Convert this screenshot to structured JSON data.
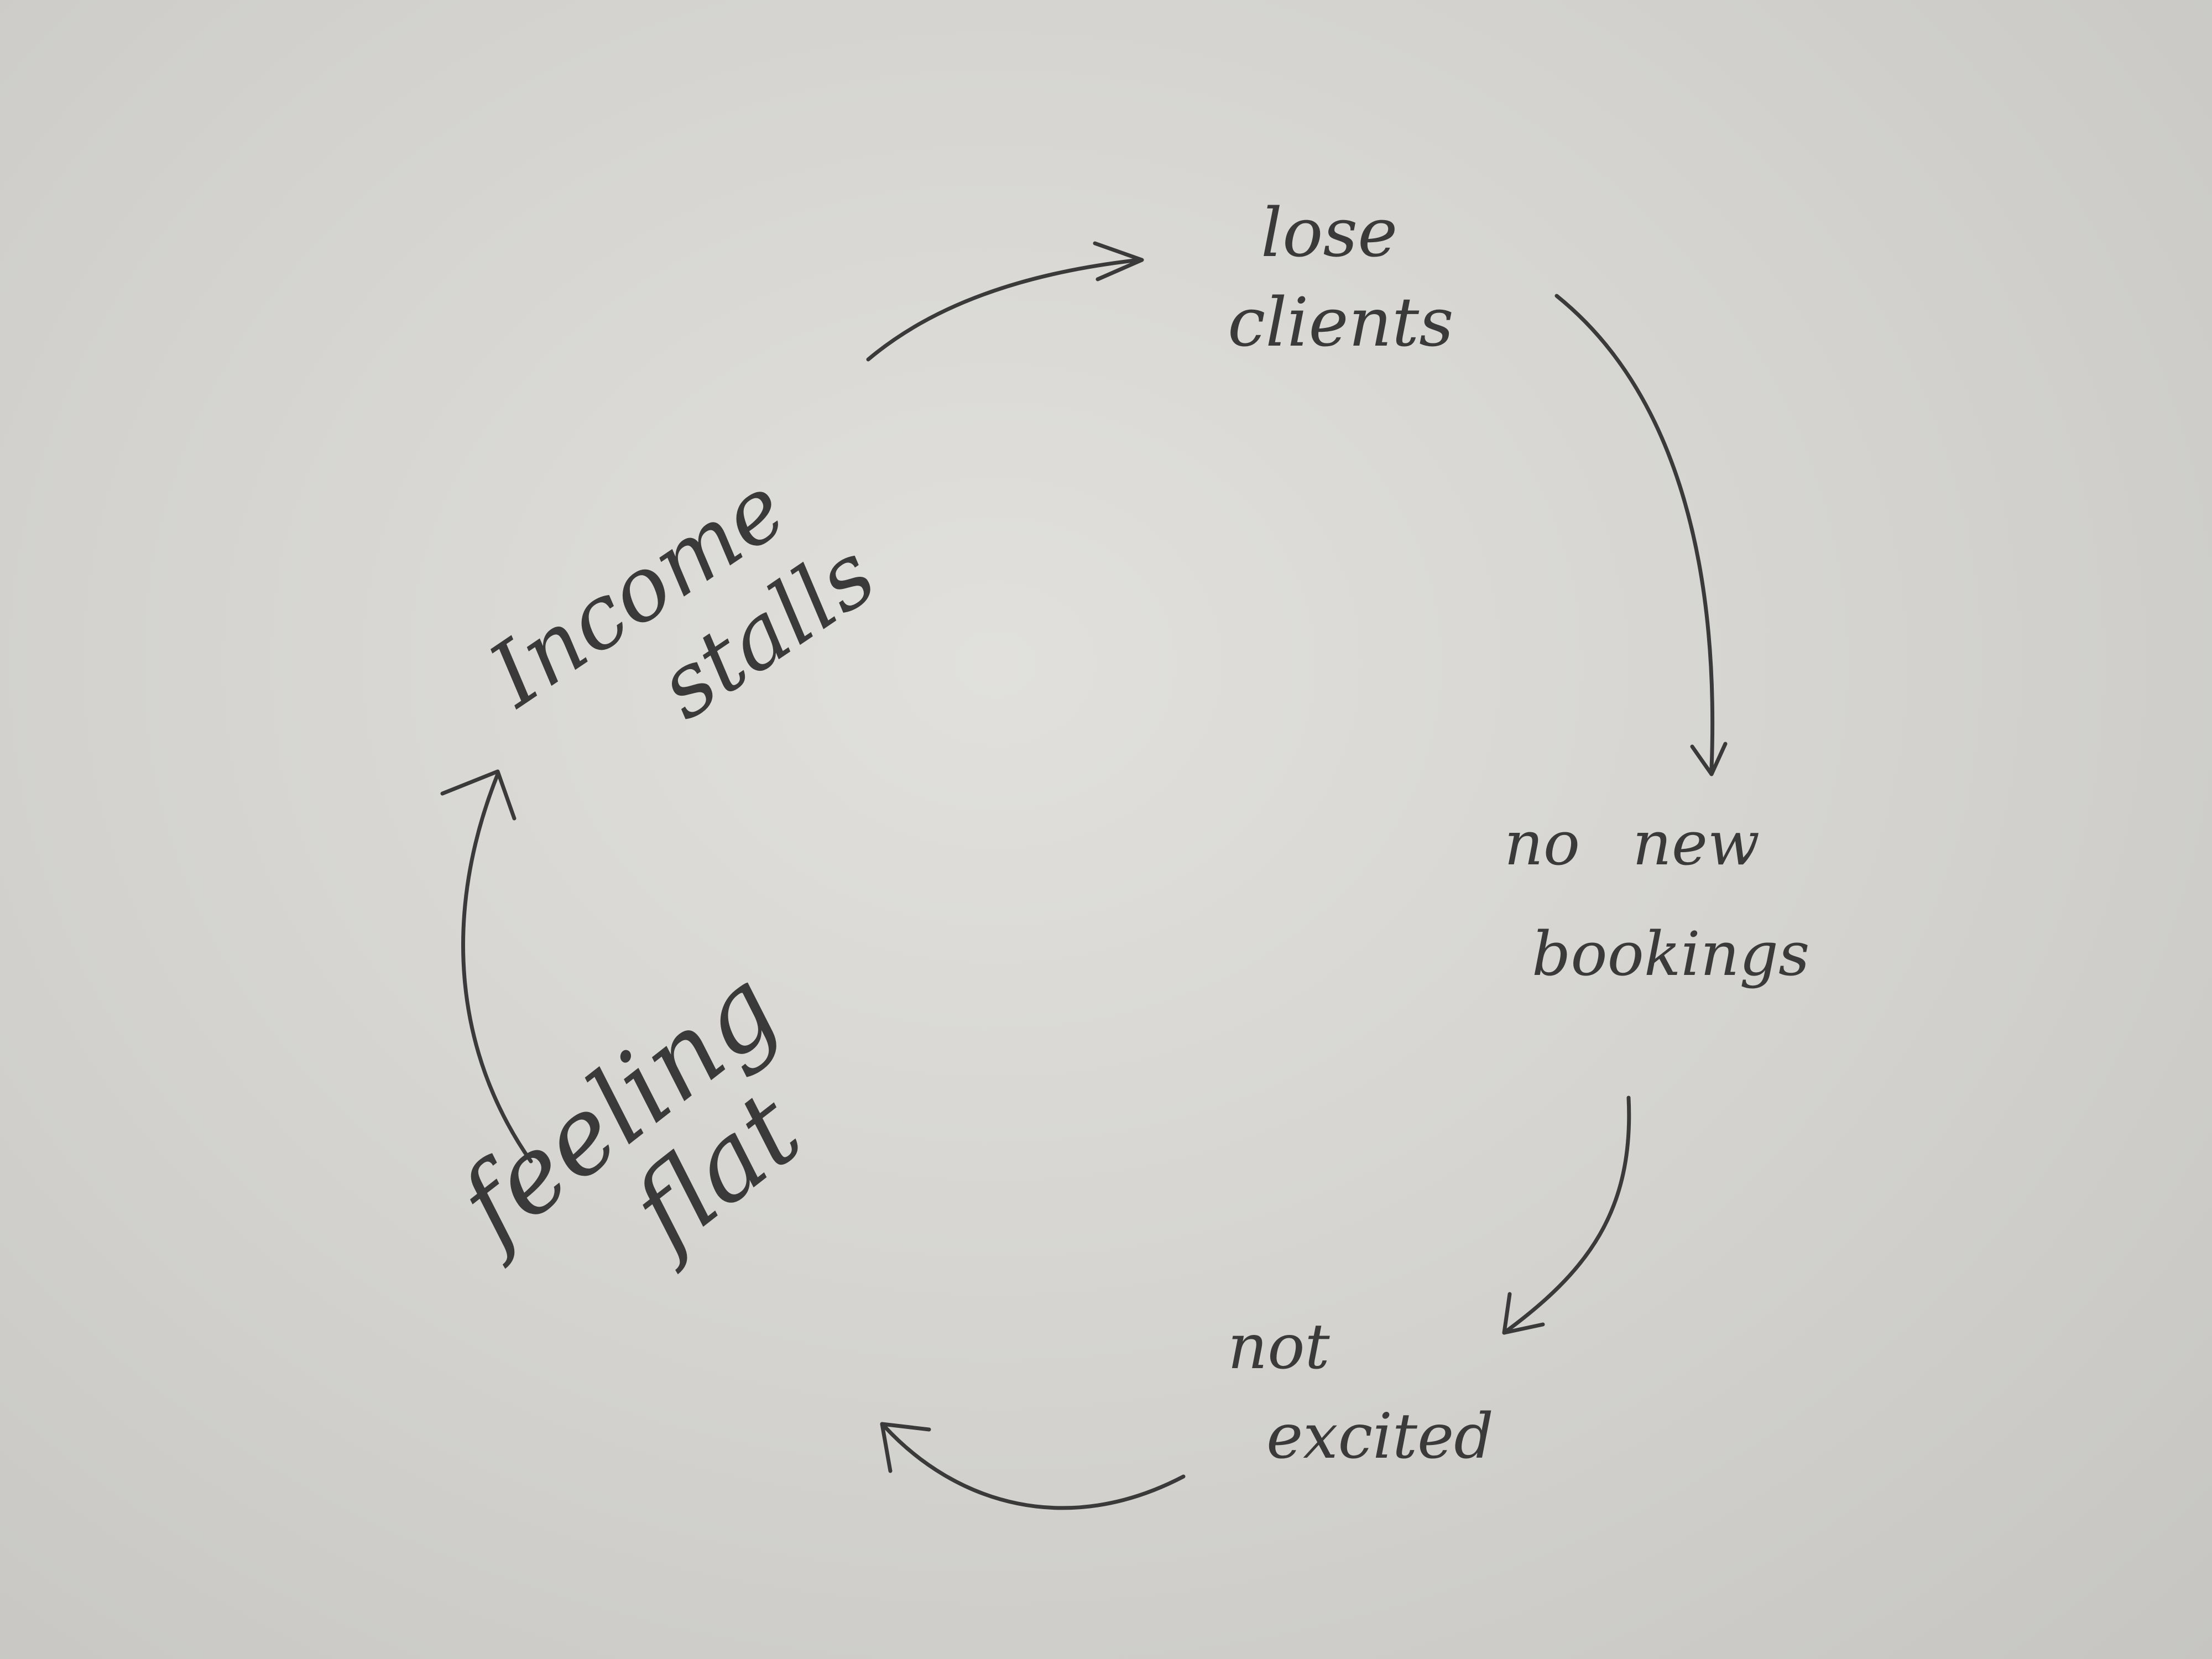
{
  "diagram": {
    "type": "cycle",
    "nodes": [
      {
        "id": "lose-clients",
        "lines": [
          "lose",
          "clients"
        ]
      },
      {
        "id": "no-new-bookings",
        "lines": [
          "no new",
          "bookings"
        ]
      },
      {
        "id": "not-excited",
        "lines": [
          "not",
          "excited"
        ]
      },
      {
        "id": "feeling-flat",
        "lines": [
          "feeling",
          "flat"
        ]
      },
      {
        "id": "income-stalls",
        "lines": [
          "Income",
          "stalls"
        ]
      }
    ],
    "edges": [
      {
        "from": "income-stalls",
        "to": "lose-clients"
      },
      {
        "from": "lose-clients",
        "to": "no-new-bookings"
      },
      {
        "from": "no-new-bookings",
        "to": "not-excited"
      },
      {
        "from": "not-excited",
        "to": "feeling-flat"
      },
      {
        "from": "feeling-flat",
        "to": "income-stalls"
      }
    ],
    "ink_color": "#3a3a3a",
    "paper_color": "#d6d5d1"
  }
}
